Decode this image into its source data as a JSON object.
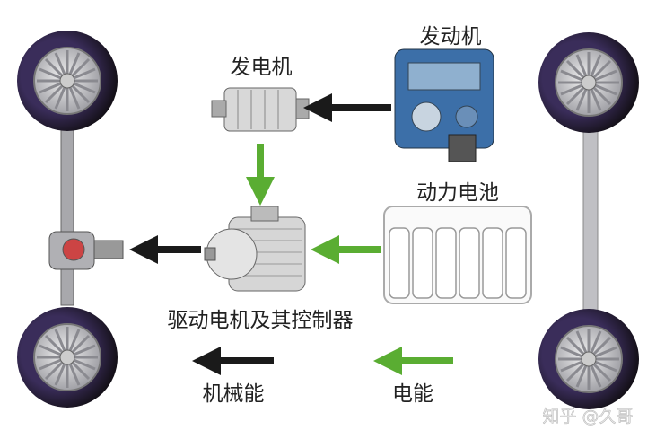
{
  "labels": {
    "engine": "发动机",
    "generator": "发电机",
    "battery": "动力电池",
    "motor": "驱动电机及其控制器"
  },
  "legend": {
    "mechanical": "机械能",
    "electrical": "电能"
  },
  "watermark": "知乎 @久哥",
  "colors": {
    "mechanical_arrow": "#1a1a1a",
    "electrical_arrow": "#5aad32",
    "tire": "#1b1626",
    "axle": "#b8b8bc"
  }
}
